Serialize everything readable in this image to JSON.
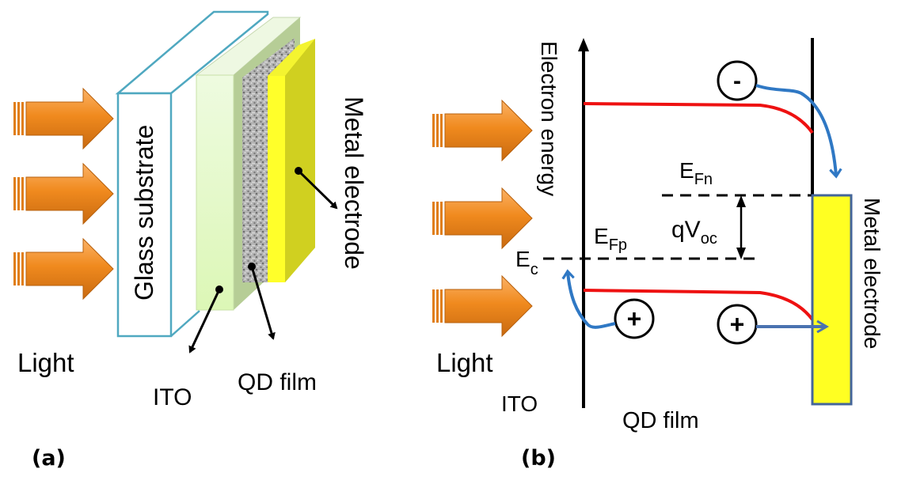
{
  "panel_a": {
    "label": "(a)",
    "light_label": "Light",
    "layers": {
      "glass": "Glass substrate",
      "ito": "ITO",
      "qd": "QD film",
      "metal": "Metal electrode"
    },
    "colors": {
      "light_arrow": "#f08a1e",
      "glass_outline": "#4fa8c0",
      "ito_front": "#e8fcc8",
      "ito_side": "#b6cd96",
      "qd_film": "#9a9a9a",
      "metal_front": "#ffff2a",
      "metal_side": "#d0d020"
    }
  },
  "panel_b": {
    "label": "(b)",
    "light_label": "Light",
    "y_axis_label": "Electron energy",
    "ito_label": "ITO",
    "qd_label": "QD film",
    "metal_label": "Metal electrode",
    "levels": {
      "efn": {
        "main": "E",
        "sub": "Fn"
      },
      "efp": {
        "main": "E",
        "sub": "Fp"
      },
      "ec": {
        "main": "E",
        "sub": "c"
      },
      "voc": {
        "main": "qV",
        "sub": "oc"
      }
    },
    "carriers": {
      "electron": "-",
      "hole_left": "+",
      "hole_right": "+"
    },
    "colors": {
      "band": "#ee1111",
      "carrier_path": "#2f78c4",
      "metal_fill": "#ffff22",
      "metal_border": "#44659a"
    }
  }
}
